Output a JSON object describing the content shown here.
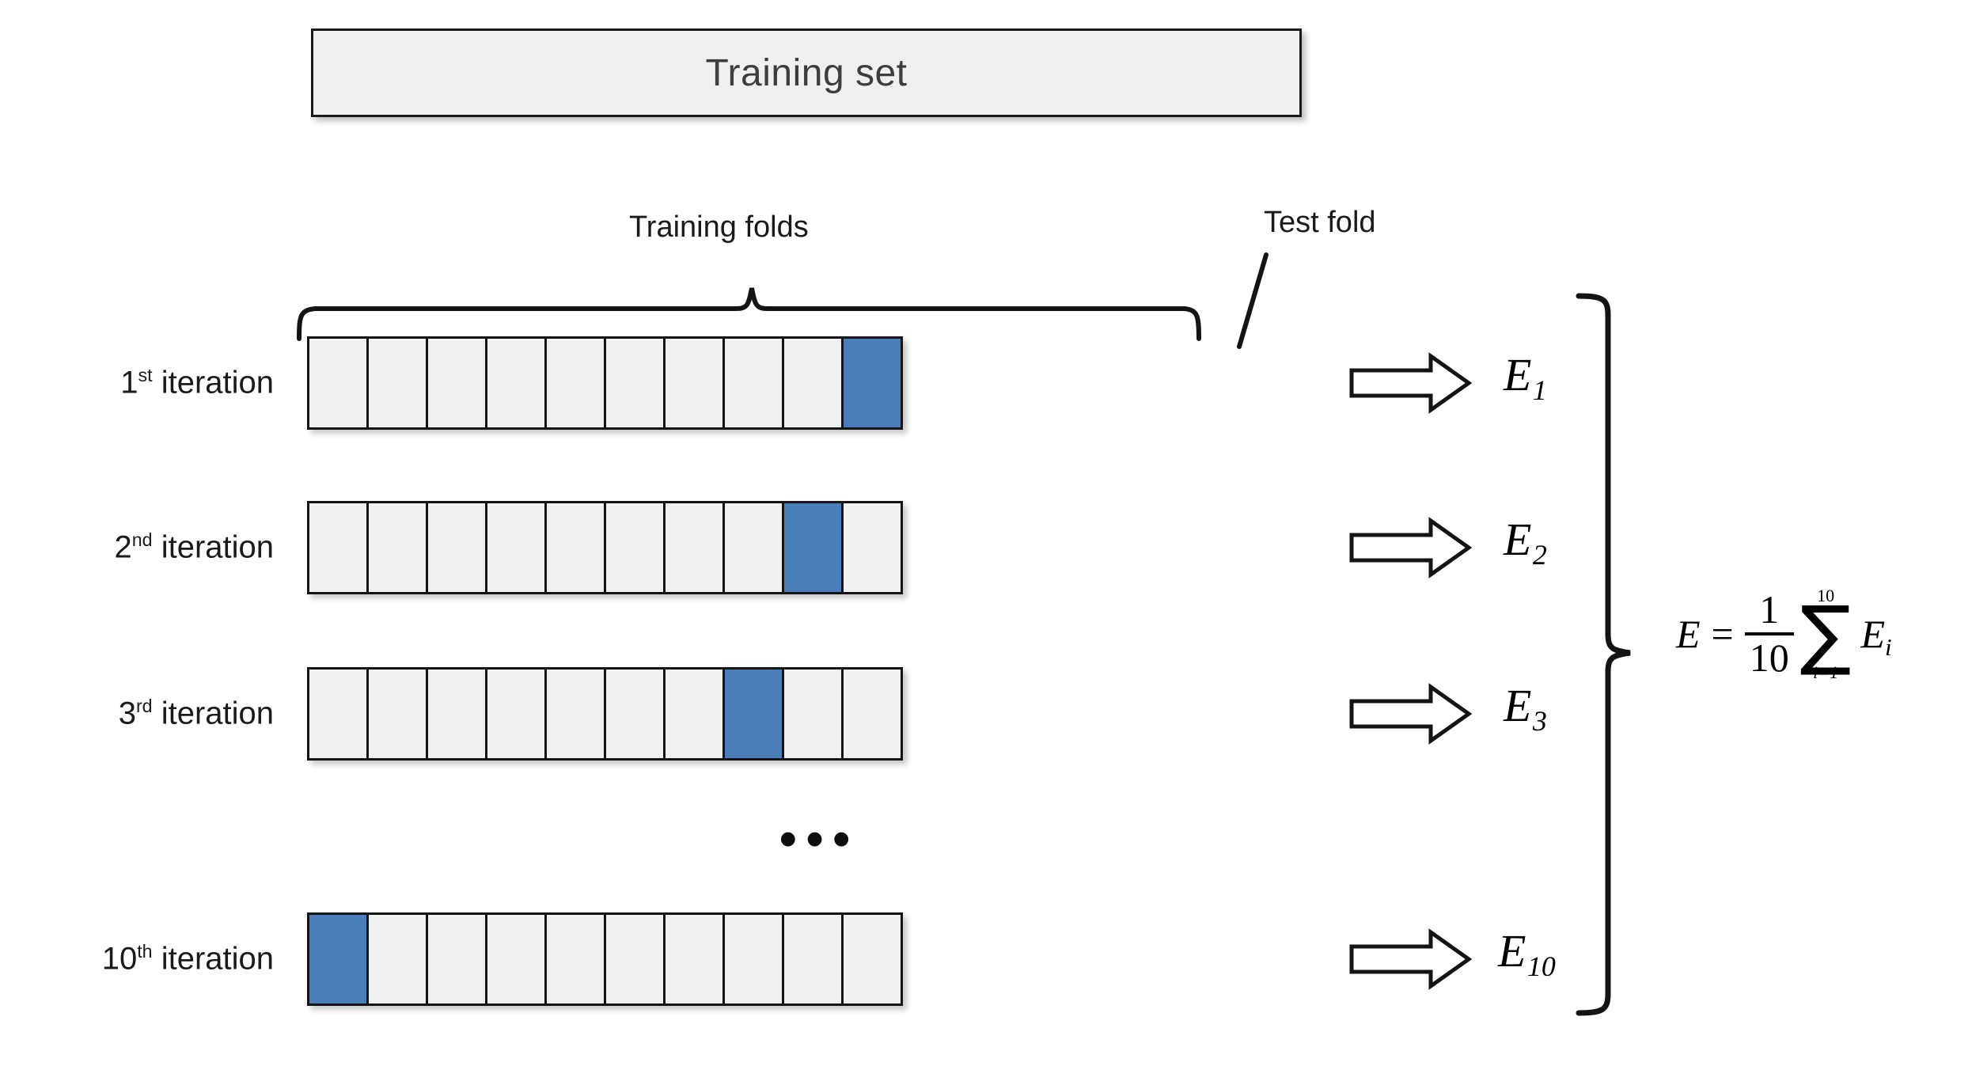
{
  "diagram": {
    "title_box": {
      "label": "Training set"
    },
    "callouts": {
      "training_folds": "Training folds",
      "test_fold": "Test fold"
    },
    "ellipsis": "•••",
    "colors": {
      "fold_fill": "#f0f0f0",
      "test_fold_fill": "#4a7ebb",
      "stroke": "#141414",
      "title_text": "#3d3d3d",
      "background": "#ffffff"
    },
    "fold_count": 10,
    "rows": [
      {
        "label_number": "1",
        "label_ordinal": "st",
        "label_suffix": " iteration",
        "test_fold_index": 10,
        "error_label_base": "E",
        "error_label_sub": "1",
        "arrow": "block-arrow-right"
      },
      {
        "label_number": "2",
        "label_ordinal": "nd",
        "label_suffix": " iteration",
        "test_fold_index": 9,
        "error_label_base": "E",
        "error_label_sub": "2",
        "arrow": "block-arrow-right"
      },
      {
        "label_number": "3",
        "label_ordinal": "rd",
        "label_suffix": " iteration",
        "test_fold_index": 8,
        "error_label_base": "E",
        "error_label_sub": "3",
        "arrow": "block-arrow-right"
      },
      {
        "label_number": "10",
        "label_ordinal": "th",
        "label_suffix": " iteration",
        "test_fold_index": 1,
        "error_label_base": "E",
        "error_label_sub": "10",
        "arrow": "block-arrow-right"
      }
    ],
    "formula": {
      "lhs": "E",
      "equals": "=",
      "fraction_numerator": "1",
      "fraction_denominator": "10",
      "sum_upper_limit": "10",
      "sum_lower_limit": "i=1",
      "sum_symbol": "∑",
      "term_base": "E",
      "term_sub": "i"
    }
  }
}
